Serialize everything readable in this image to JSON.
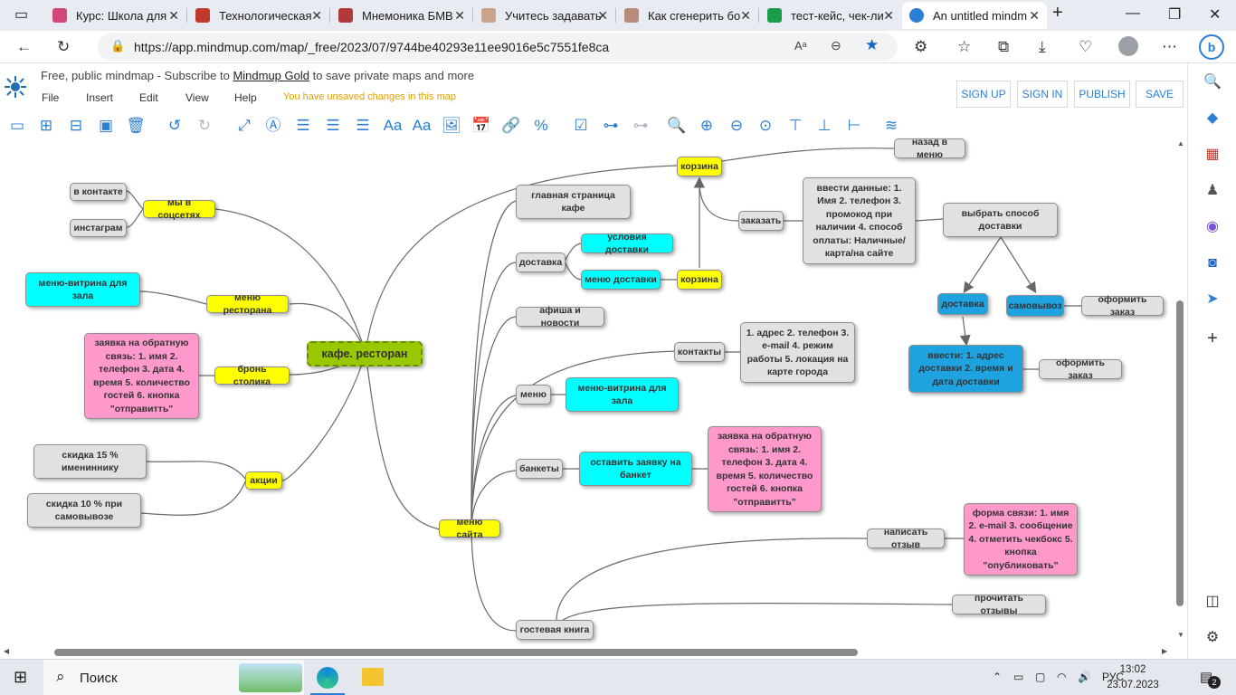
{
  "browser": {
    "tabs": [
      {
        "title": "Курс: Школа для",
        "color": "#d1477a"
      },
      {
        "title": "Технологическая",
        "color": "#c0392b"
      },
      {
        "title": "Мнемоника БМВ",
        "color": "#b03a3a"
      },
      {
        "title": "Учитесь задавать",
        "color": "#c9a38a"
      },
      {
        "title": "Как сгенерить бо",
        "color": "#b98b7a"
      },
      {
        "title": "тест-кейс, чек-ли",
        "color": "#1b9e4b"
      },
      {
        "title": "An untitled mindm",
        "color": "#2b7fd4"
      }
    ],
    "url": "https://app.mindmup.com/map/_free/2023/07/9744be40293e11ee9016e5c7551fe8ca"
  },
  "app": {
    "promo_prefix": "Free, public mindmap - Subscribe to ",
    "promo_link": "Mindmup Gold",
    "promo_suffix": " to save private maps and more",
    "menu": [
      "File",
      "Insert",
      "Edit",
      "View",
      "Help"
    ],
    "unsaved": "You have unsaved changes in this map",
    "buttons": {
      "signup": "SIGN UP",
      "signin": "SIGN IN",
      "publish": "PUBLISH",
      "save": "SAVE"
    },
    "toolbar_icons": [
      "add-node-icon",
      "add-child-icon",
      "add-sibling-icon",
      "add-image-icon",
      "delete-icon",
      "undo-icon",
      "redo-icon",
      "connect-icon",
      "text-style-icon",
      "align-left-icon",
      "align-center-icon",
      "align-right-icon",
      "font-size-down-icon",
      "font-size-up-icon",
      "image-icon",
      "calendar-icon",
      "link-icon",
      "progress-icon",
      "checklist-icon",
      "tree-icon",
      "disabled-tree-icon",
      "search-icon",
      "zoom-in-icon",
      "zoom-out-icon",
      "center-icon",
      "layout-icon",
      "org-chart-icon",
      "layout-right-icon",
      "collapse-icon"
    ]
  },
  "map": {
    "root": "кафе. ресторан",
    "nodes": {
      "v_kontakte": "в контакте",
      "instagram": "инстаграм",
      "my_v_sotssetyakh": "мы в соцсетях",
      "menu_vitrina_left": "меню-витрина для зала",
      "menu_restorana": "меню ресторана",
      "zayavka_left": "заявка на обратную связь: 1. имя 2. телефон 3. дата 4. время 5. количество гостей 6. кнопка \"отправитть\"",
      "bron_stolika": "бронь столика",
      "skidka15": "скидка 15 % имениннику",
      "skidka10": "скидка 10 % при самовывозе",
      "aktsii": "акции",
      "menu_saita": "меню сайта",
      "korzina_top": "корзина",
      "nazad_v_menu": "назад в меню",
      "glavnaya": "главная страница кафе",
      "zakazat": "заказать",
      "vvesti_dannye": "ввести данные: 1. Имя 2. телефон 3. промокод при наличии 4. способ оплаты: Наличные/карта/на сайте",
      "vybrat_sposob": "выбрать способ доставки",
      "dostavka": "доставка",
      "usloviya_dostavki": "условия доставки",
      "menu_dostavki": "меню доставки",
      "korzina_mid": "корзина",
      "afisha": "афиша и новости",
      "kontakty": "контакты",
      "kontakty_info": "1. адрес 2. телефон 3. e-mail 4. режим работы 5. локация на карте города",
      "menu_right": "меню",
      "menu_vitrina_right": "меню-витрина для зала",
      "bankety": "банкеты",
      "ostavit_zayavku": "оставить заявку на банкет",
      "zayavka_right": "заявка на обратную связь: 1. имя 2. телефон 3. дата 4. время 5. количество гостей 6. кнопка \"отправитть\"",
      "dostavka_blue": "доставка",
      "samovyvoz": "самовывоз",
      "oformit_zakaz_1": "оформить заказ",
      "vvesti_adres": "ввести: 1. адрес доставки 2. время и дата доставки",
      "oformit_zakaz_2": "оформить заказ",
      "napisat_otzyv": "написать отзыв",
      "forma_svyazi": "форма связи: 1. имя 2. e-mail 3. сообщение 4. отметить чекбокс 5. кнопка \"опубликовать\"",
      "prochitat_otzyvy": "прочитать отзывы",
      "gostevaya_kniga": "гостевая книга"
    }
  },
  "taskbar": {
    "search": "Поиск",
    "lang": "РУС",
    "time": "13:02",
    "date": "23.07.2023",
    "notifications": "2"
  }
}
